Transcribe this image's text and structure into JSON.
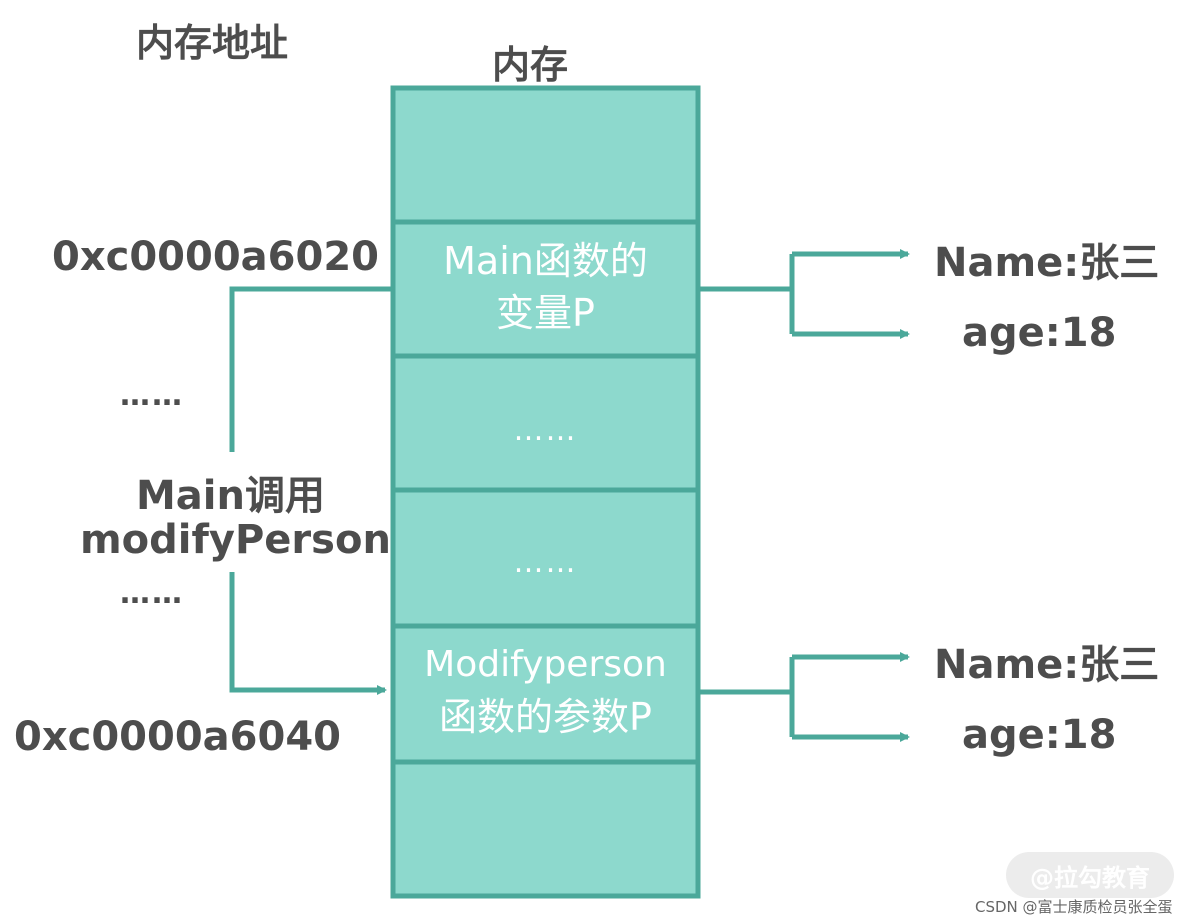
{
  "headers": {
    "address_header": "内存地址",
    "memory_header": "内存"
  },
  "addresses": {
    "top": "0xc0000a6020",
    "bottom": "0xc0000a6040"
  },
  "left_notes": {
    "dots_top": "……",
    "call_line1": "Main调用",
    "call_line2": "modifyPerson",
    "dots_bottom": "……"
  },
  "cells": {
    "main_var_line1": "Main函数的",
    "main_var_line2": "变量P",
    "dots_a": "……",
    "dots_b": "……",
    "param_line1": "Modifyperson",
    "param_line2": "函数的参数P"
  },
  "fields_top": {
    "name": "Name:张三",
    "age": "age:18"
  },
  "fields_bottom": {
    "name": "Name:张三",
    "age": "age:18"
  },
  "watermark": "@拉勾教育",
  "credit": "CSDN @富士康质检员张全蛋",
  "colors": {
    "cell_fill": "#8dd9cd",
    "border": "#4ba89a",
    "label_text": "#4d4d4d",
    "cell_text": "#ffffff"
  }
}
